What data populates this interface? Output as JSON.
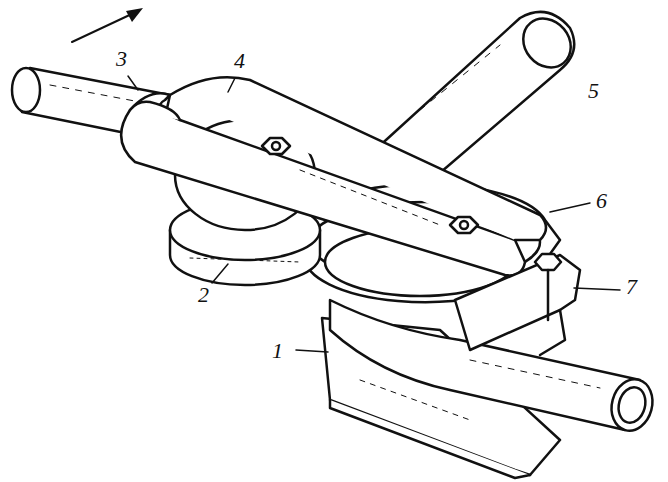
{
  "diagram": {
    "labels": [
      "3",
      "4",
      "5",
      "6",
      "7",
      "2",
      "1"
    ]
  }
}
